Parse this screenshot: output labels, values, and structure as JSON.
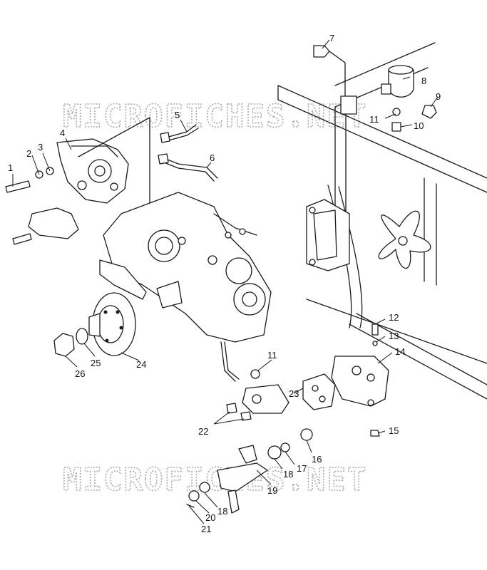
{
  "watermark": "MICROFICHES.NET",
  "watermark_color": "#a9a9a9",
  "line_color": "#1a1a1a",
  "callouts": [
    "1",
    "2",
    "3",
    "4",
    "5",
    "6",
    "7",
    "8",
    "9",
    "10",
    "11",
    "11",
    "12",
    "13",
    "14",
    "15",
    "16",
    "17",
    "18",
    "18",
    "19",
    "20",
    "21",
    "22",
    "23",
    "24",
    "25",
    "26"
  ]
}
